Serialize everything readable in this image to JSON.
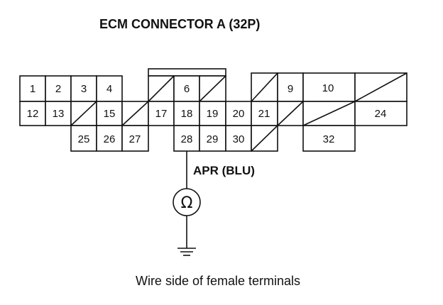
{
  "title": "ECM CONNECTOR A (32P)",
  "wire_label": "APR (BLU)",
  "meter_symbol": "Ω",
  "caption": "Wire side of female terminals",
  "pins": [
    {
      "id": "1",
      "label": "1"
    },
    {
      "id": "2",
      "label": "2"
    },
    {
      "id": "3",
      "label": "3"
    },
    {
      "id": "4",
      "label": "4"
    },
    {
      "id": "6",
      "label": "6"
    },
    {
      "id": "9",
      "label": "9"
    },
    {
      "id": "10",
      "label": "10"
    },
    {
      "id": "12",
      "label": "12"
    },
    {
      "id": "13",
      "label": "13"
    },
    {
      "id": "15",
      "label": "15"
    },
    {
      "id": "17",
      "label": "17"
    },
    {
      "id": "18",
      "label": "18"
    },
    {
      "id": "19",
      "label": "19"
    },
    {
      "id": "20",
      "label": "20"
    },
    {
      "id": "21",
      "label": "21"
    },
    {
      "id": "24",
      "label": "24"
    },
    {
      "id": "25",
      "label": "25"
    },
    {
      "id": "26",
      "label": "26"
    },
    {
      "id": "27",
      "label": "27"
    },
    {
      "id": "28",
      "label": "28"
    },
    {
      "id": "29",
      "label": "29"
    },
    {
      "id": "30",
      "label": "30"
    },
    {
      "id": "32",
      "label": "32"
    }
  ],
  "empty_cavities": 9,
  "icons": [
    "ohmmeter-icon",
    "ground-icon"
  ]
}
